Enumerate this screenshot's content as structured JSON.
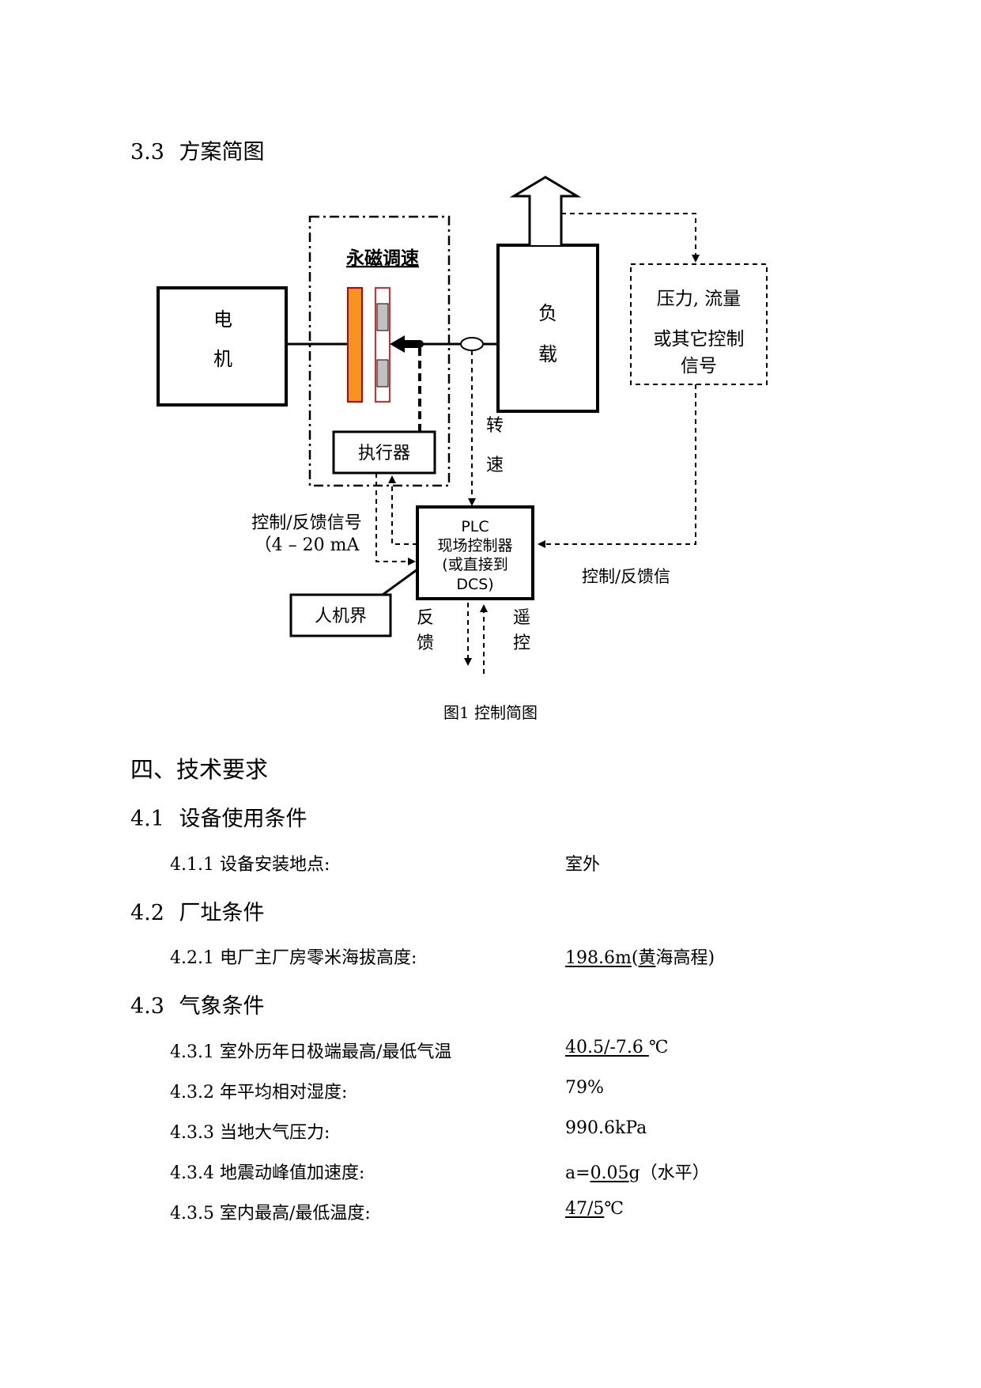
{
  "section_3_3": {
    "number": "3.3",
    "title": "方案简图"
  },
  "diagram": {
    "motor_label_1": "电",
    "motor_label_2": "机",
    "pm_title": "永磁调速",
    "actuator_label": "执行器",
    "load_label_1": "负",
    "load_label_2": "载",
    "pressure_line_1": "压力, 流量",
    "pressure_line_2": "或其它控制",
    "pressure_line_3": "信号",
    "speed_label_1": "转",
    "speed_label_2": "速",
    "plc_line_1": "PLC",
    "plc_line_2": "现场控制器",
    "plc_line_3": "(或直接到",
    "plc_line_4": "DCS)",
    "ctrl_feedback_left_1": "控制/反馈信号",
    "ctrl_feedback_left_2": "（4 – 20 mA",
    "hmi_label": "人机界",
    "feedback_label_1": "反",
    "feedback_label_2": "馈",
    "remote_label_1": "遥",
    "remote_label_2": "控",
    "ctrl_feedback_right": "控制/反馈信",
    "colors": {
      "disc_orange": "#f7941d",
      "disc_gray": "#c0c0c0",
      "disc_red_border": "#e0282e"
    }
  },
  "figure_caption": "图1 控制简图",
  "section_4": {
    "title": "四、技术要求"
  },
  "section_4_1": {
    "number": "4.1",
    "title": "设备使用条件"
  },
  "item_4_1_1": {
    "label": "4.1.1 设备安装地点:",
    "value": "室外"
  },
  "section_4_2": {
    "number": "4.2",
    "title": "厂址条件"
  },
  "item_4_2_1": {
    "label": "4.2.1 电厂主厂房零米海拔高度:",
    "value_underlined": "198.6m",
    "value_rest_1": "(",
    "value_underlined_2": "黄",
    "value_rest_2": "海高程)"
  },
  "section_4_3": {
    "number": "4.3",
    "title": "气象条件"
  },
  "item_4_3_1": {
    "label": "4.3.1 室外历年日极端最高/最低气温",
    "value_underlined": "40.5/-7.6 ",
    "value_rest": "℃"
  },
  "item_4_3_2": {
    "label": "4.3.2 年平均相对湿度:",
    "value": "79%"
  },
  "item_4_3_3": {
    "label": "4.3.3 当地大气压力:",
    "value": "990.6kPa"
  },
  "item_4_3_4": {
    "label": "4.3.4 地震动峰值加速度:",
    "value_prefix": "a=",
    "value_underlined": "0.05",
    "value_rest": "g（水平）"
  },
  "item_4_3_5": {
    "label": "4.3.5 室内最高/最低温度:",
    "value_underlined": "47/5",
    "value_rest": "℃"
  }
}
